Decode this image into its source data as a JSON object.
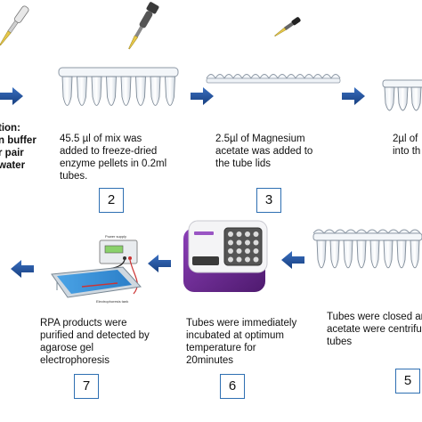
{
  "steps": {
    "step1": {
      "lines": [
        "tion:",
        "n buffer",
        "r pair",
        "water"
      ]
    },
    "step2": {
      "lines": [
        "45.5 µl of mix was",
        "added to freeze-dried",
        "enzyme pellets in 0.2ml",
        "tubes."
      ],
      "number": "2"
    },
    "step3": {
      "lines": [
        "2.5µl of Magnesium",
        "acetate was added to",
        "the tube lids"
      ],
      "number": "3"
    },
    "step4": {
      "lines": [
        "2µl of",
        "into th"
      ]
    },
    "step5": {
      "lines": [
        "Tubes were closed an",
        "acetate were centrifu",
        "tubes"
      ],
      "number": "5"
    },
    "step6": {
      "lines": [
        "Tubes were immediately",
        "incubated at optimum",
        "temperature for",
        "20minutes"
      ],
      "number": "6"
    },
    "step7": {
      "lines": [
        "RPA products were",
        "purified and detected by",
        "agarose gel",
        "electrophoresis"
      ],
      "number": "7"
    }
  },
  "equipment": {
    "power_supply_label": "Power supply",
    "electrophoresis_label": "Electrophoresis tank"
  },
  "colors": {
    "arrow": "#1f4f9a",
    "box_border": "#2e6fb2",
    "incubator": "#6a2a8c"
  }
}
